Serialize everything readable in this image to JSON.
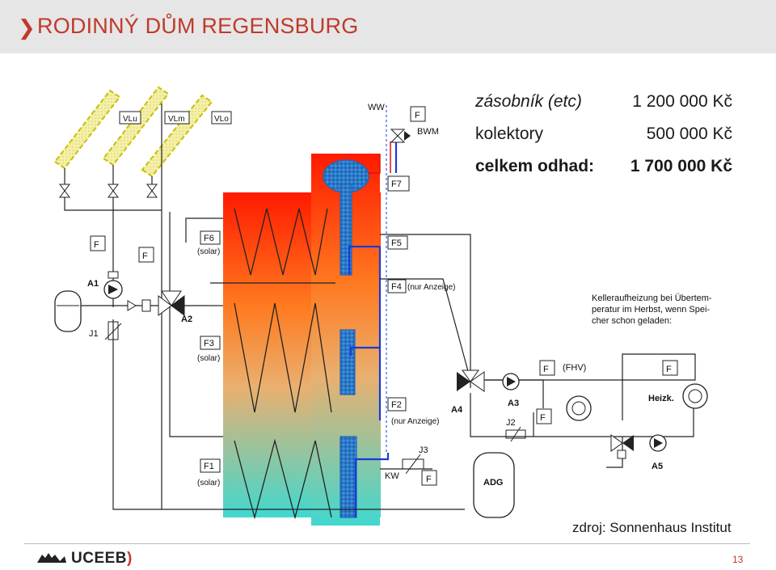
{
  "header": {
    "title": "RODINNÝ DŮM REGENSBURG",
    "accent": "#c0392b"
  },
  "costs": [
    {
      "label": "zásobník (etc)",
      "value": "1 200 000 Kč"
    },
    {
      "label": "kolektory",
      "value": "500 000 Kč"
    },
    {
      "label": "celkem odhad:",
      "value": "1 700 000 Kč"
    }
  ],
  "diagram": {
    "collectors": [
      "VLu",
      "VLm",
      "VLo"
    ],
    "ww": "WW",
    "bwm": "BWM",
    "f": "F",
    "f1": "F1",
    "f2": "F2",
    "f3": "F3",
    "f4": "F4",
    "f5": "F5",
    "f6": "F6",
    "f7": "F7",
    "solar": "(solar)",
    "nur_anzeige": "(nur Anzeige)",
    "a1": "A1",
    "a2": "A2",
    "a3": "A3",
    "a4": "A4",
    "a5": "A5",
    "j1": "J1",
    "j2": "J2",
    "j3": "J3",
    "kw": "KW",
    "adg": "ADG",
    "fhv": "(FHV)",
    "heizk": "Heizk.",
    "note": [
      "Kelleraufheizung bei Übertem-",
      "peratur im Herbst, wenn Spei-",
      "cher schon geladen:"
    ]
  },
  "source": "zdroj: Sonnenhaus Institut",
  "footer": {
    "logo_main": "UCEEB",
    "logo_paren": ")",
    "page": "13"
  }
}
